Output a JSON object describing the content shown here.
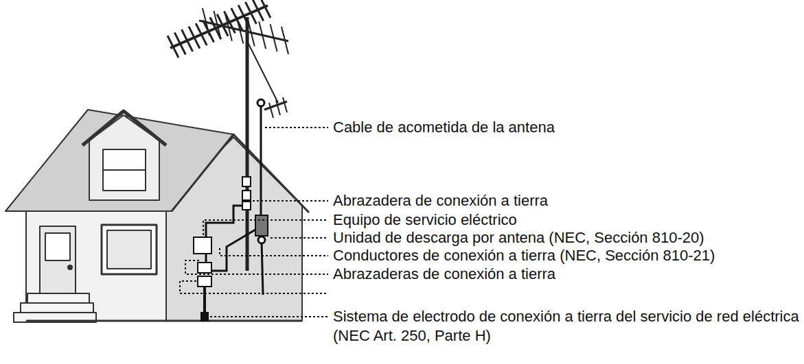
{
  "diagram": {
    "labels": [
      "Cable de acometida de la antena",
      "Abrazadera de conexión a tierra",
      "Equipo de servicio eléctrico",
      "Unidad de descarga por antena (NEC, Sección 810-20)",
      "Conductores de conexión a tierra (NEC, Sección 810-21)",
      "Abrazaderas de conexión a tierra",
      "Sistema de electrodo de conexión a tierra del servicio de red eléctrica (NEC Art. 250, Parte H)"
    ]
  }
}
